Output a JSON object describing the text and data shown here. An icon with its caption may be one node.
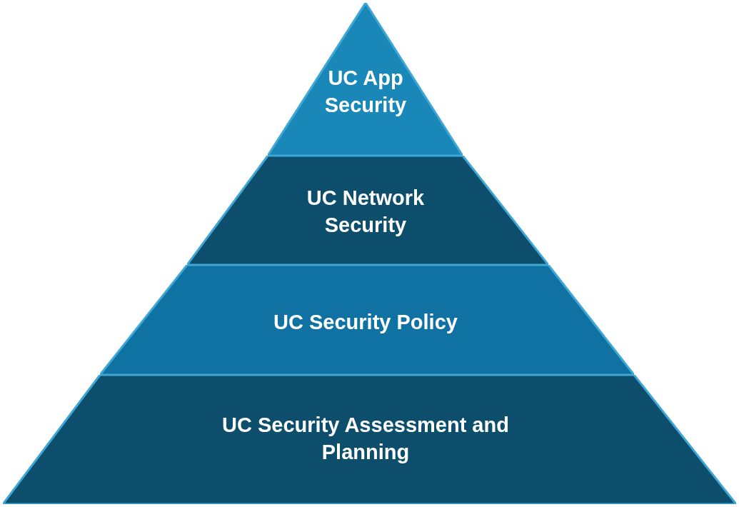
{
  "diagram": {
    "nodes": [
      {
        "text": [
          "UC App Security"
        ]
      },
      {
        "text": [
          "UC Network Security"
        ]
      },
      {
        "text": [
          "UC Security Policy"
        ]
      },
      {
        "text": [
          "UC Security Assessment and Planning"
        ]
      }
    ]
  }
}
